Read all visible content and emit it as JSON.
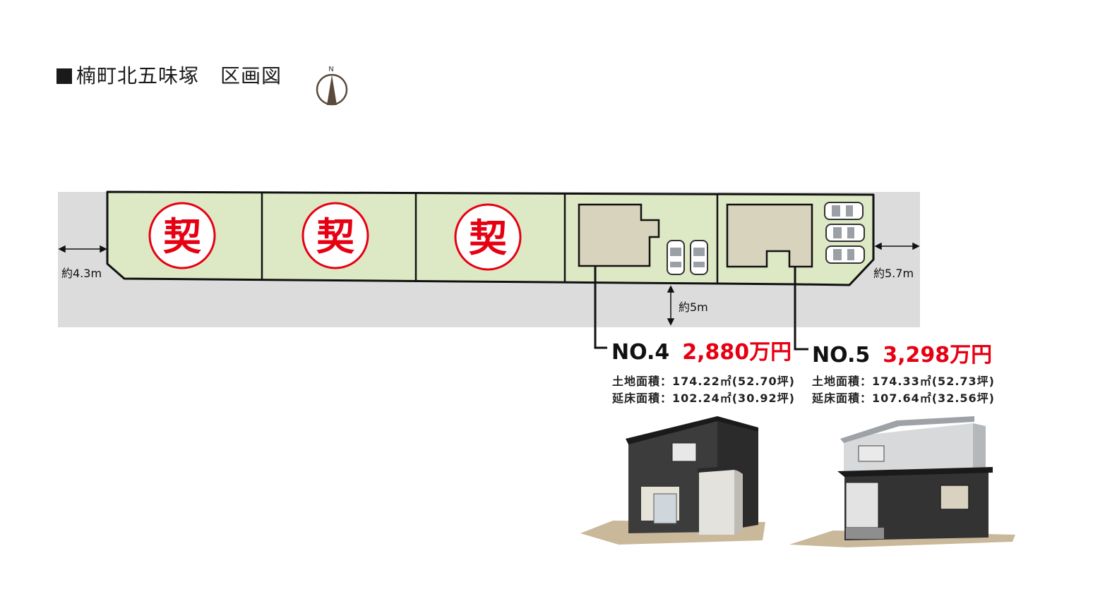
{
  "title": {
    "place": "楠町北五味塚",
    "kind": "区画図"
  },
  "compass": {
    "label": "N",
    "icon": "north-arrow-icon"
  },
  "colors": {
    "road": "#dcdcdc",
    "lot": "#dde8c4",
    "building": "#d8d3bd",
    "outline": "#111111",
    "price": "#e60012",
    "contract": "#e60012"
  },
  "contract_mark": "契",
  "dimensions": {
    "left_road": "約4.3m",
    "right_road": "約5.7m",
    "front_road": "約5m"
  },
  "lots": [
    {
      "no": "NO.4",
      "price": "2,880万円",
      "land_area": "土地面積：174.22㎡(52.70坪)",
      "floor_area": "延床面積：102.24㎡(30.92坪)"
    },
    {
      "no": "NO.5",
      "price": "3,298万円",
      "land_area": "土地面積：174.33㎡(52.73坪)",
      "floor_area": "延床面積：107.64㎡(32.56坪)"
    }
  ]
}
